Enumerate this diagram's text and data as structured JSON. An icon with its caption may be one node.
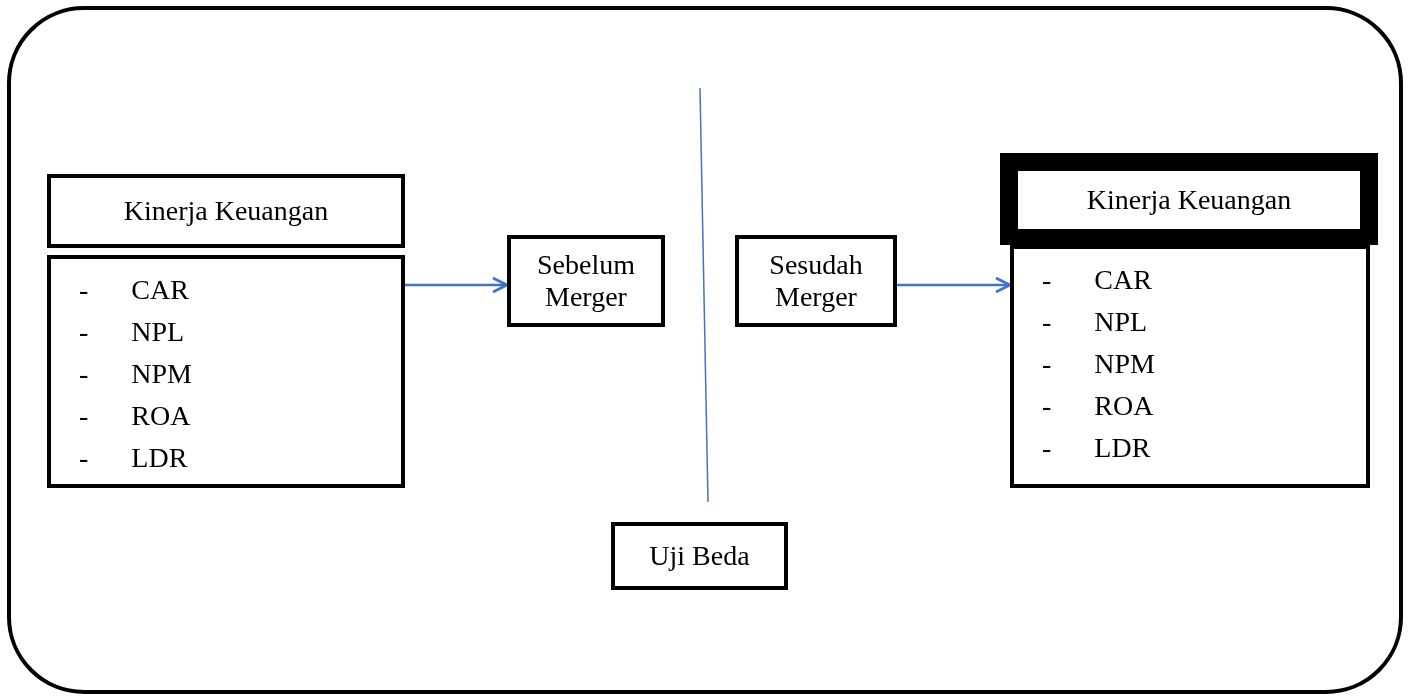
{
  "diagram": {
    "nodes": [
      {
        "text": [
          "Kinerja Keuangan"
        ]
      },
      {
        "text": [
          "- CAR",
          "- NPL",
          "- NPM",
          "- ROA",
          "- LDR"
        ]
      },
      {
        "text": [
          "Sebelum Merger"
        ]
      },
      {
        "text": [
          "Sesudah Merger"
        ]
      },
      {
        "text": [
          "Kinerja Keuangan"
        ]
      },
      {
        "text": [
          "- CAR",
          "- NPL",
          "- NPM",
          "- ROA",
          "- LDR"
        ]
      },
      {
        "text": [
          "Uji Beda"
        ]
      }
    ],
    "edges": [
      {
        "from": 1,
        "to": 2,
        "arrow": "to"
      },
      {
        "from": 3,
        "to": 5,
        "arrow": "to"
      }
    ]
  }
}
